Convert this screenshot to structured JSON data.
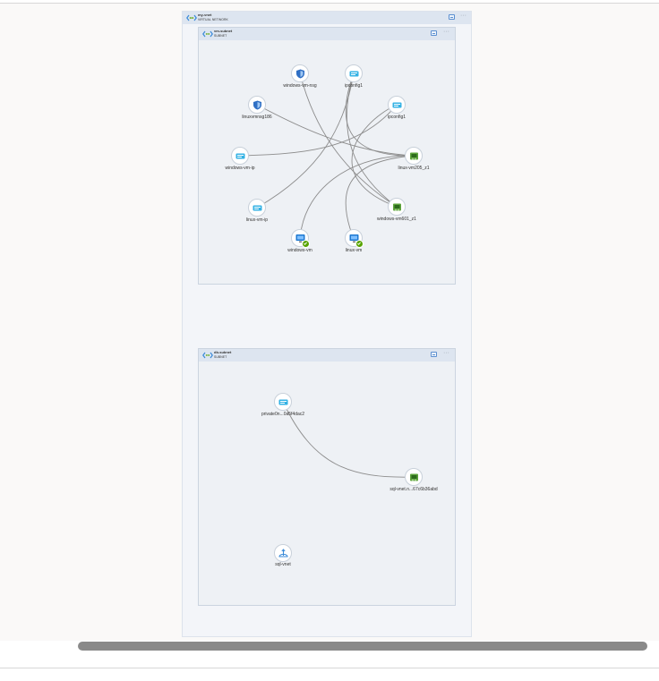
{
  "vnet": {
    "title": "my-vnet",
    "subtitle": "VIRTUAL NETWORK",
    "more": "···"
  },
  "subnets": {
    "vm": {
      "title": "vm-subnet",
      "subtitle": "SUBNET",
      "more": "···"
    },
    "db": {
      "title": "db-subnet",
      "subtitle": "SUBNET",
      "more": "···"
    }
  },
  "nodes": {
    "windows_vm_nsg": "windows-vm-nsg",
    "ipconfig1_top": "ipconfig1",
    "linuxvmnsg186": "linuxvmnsg186",
    "ipconfig1_right": "ipconfig1",
    "windows_vm_ip": "windows-vm-ip",
    "linux_vm205_z1": "linux-vm205_z1",
    "linux_vm_ip": "linux-vm-ip",
    "windows_vm601_z1": "windows-vm601_z1",
    "windows_vm": "windows-vm",
    "linux_vm": "linux-vm",
    "private_endpoint": "private0n...0a5f4dac2",
    "sql_vnet_nic": "sql-vnet.n...67c6b36abd",
    "sql_vnet": "sql-vnet"
  },
  "icons": {
    "nsg": "shield-icon",
    "ip": "ip-config-icon",
    "nic": "network-interface-icon",
    "vm": "virtual-machine-icon",
    "endpoint": "private-endpoint-icon",
    "vnet": "virtual-network-icon",
    "status": "check-badge-icon"
  },
  "colors": {
    "accent": "#0078d4",
    "nic": "#5ea53c",
    "ok": "#57a300",
    "edge": "#8a8a8a"
  }
}
